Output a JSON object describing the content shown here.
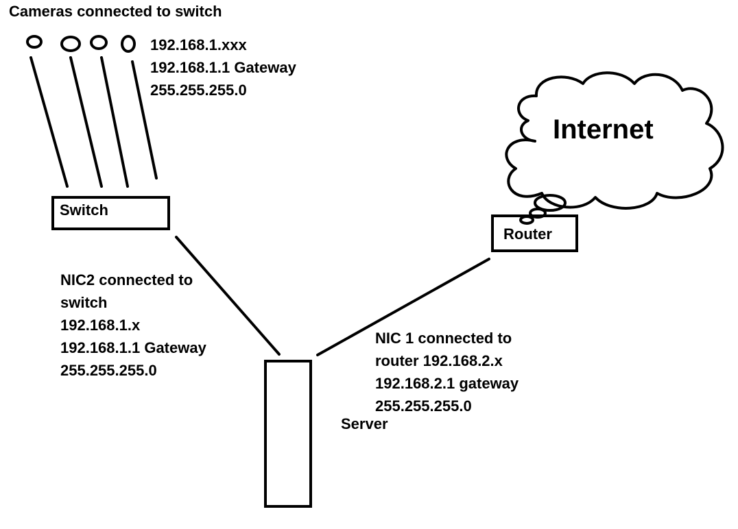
{
  "cameras": {
    "title": "Cameras connected to switch",
    "lines": [
      "192.168.1.xxx",
      "192.168.1.1 Gateway",
      "255.255.255.0"
    ]
  },
  "switch": {
    "label": "Switch"
  },
  "router": {
    "label": "Router"
  },
  "internet": {
    "label": "Internet"
  },
  "server": {
    "label": "Server"
  },
  "nic2": {
    "lines": [
      "NIC2 connected to",
      "switch",
      "192.168.1.x",
      "192.168.1.1 Gateway",
      "255.255.255.0"
    ]
  },
  "nic1": {
    "lines": [
      "NIC 1 connected to",
      "router 192.168.2.x",
      "192.168.2.1 gateway",
      "255.255.255.0"
    ]
  }
}
